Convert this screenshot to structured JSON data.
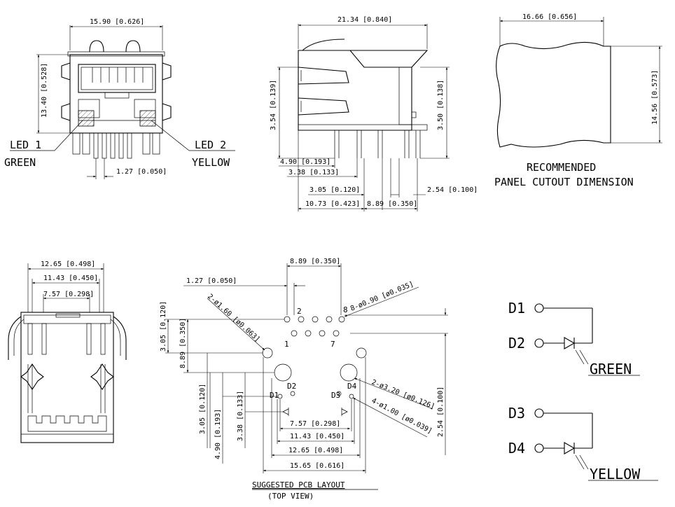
{
  "front_view": {
    "width": "15.90 [0.626]",
    "height": "13.40 [0.528]",
    "pitch": "1.27 [0.050]",
    "led1": "LED 1",
    "led1_color": "GREEN",
    "led2": "LED 2",
    "led2_color": "YELLOW"
  },
  "side_view": {
    "length": "21.34 [0.840]",
    "h_left": "3.54 [0.139]",
    "h_right": "3.50 [0.138]",
    "d1": "4.90 [0.193]",
    "d2": "3.38 [0.133]",
    "d3": "3.05 [0.120]",
    "d4": "2.54 [0.100]",
    "d5": "10.73 [0.423]",
    "d6": "8.89 [0.350]"
  },
  "cutout": {
    "width": "16.66 [0.656]",
    "height": "14.56 [0.573]",
    "title1": "RECOMMENDED",
    "title2": "PANEL CUTOUT DIMENSION"
  },
  "bottom_view": {
    "w1": "12.65 [0.498]",
    "w2": "11.43 [0.450]",
    "w3": "7.57 [0.298]"
  },
  "pcb": {
    "top_span": "8.89 [0.350]",
    "pitch": "1.27 [0.050]",
    "hole_small": "2-ø1.60 [ø0.063]",
    "hole_pin": "8-ø0.90 [ø0.035]",
    "hole_large": "2-ø3.20 [ø0.126]",
    "hole_led": "4-ø1.00 [ø0.039]",
    "v1": "3.05 [0.120]",
    "v2": "8.89 [0.350]",
    "v3": "4.90 [0.193]",
    "v4": "3.38 [0.133]",
    "v5": "2.54 [0.100]",
    "h1": "7.57 [0.298]",
    "h2": "11.43 [0.450]",
    "h3": "12.65 [0.498]",
    "h4": "15.65 [0.616]",
    "pin1": "1",
    "pin2": "2",
    "pin7": "7",
    "pin8": "8",
    "d1": "D1",
    "d2": "D2",
    "d3": "D3",
    "d4": "D4",
    "title": "SUGGESTED PCB LAYOUT",
    "subtitle": "(TOP VIEW)"
  },
  "schematic": {
    "d1": "D1",
    "d2": "D2",
    "d3": "D3",
    "d4": "D4",
    "green": "GREEN",
    "yellow": "YELLOW"
  }
}
